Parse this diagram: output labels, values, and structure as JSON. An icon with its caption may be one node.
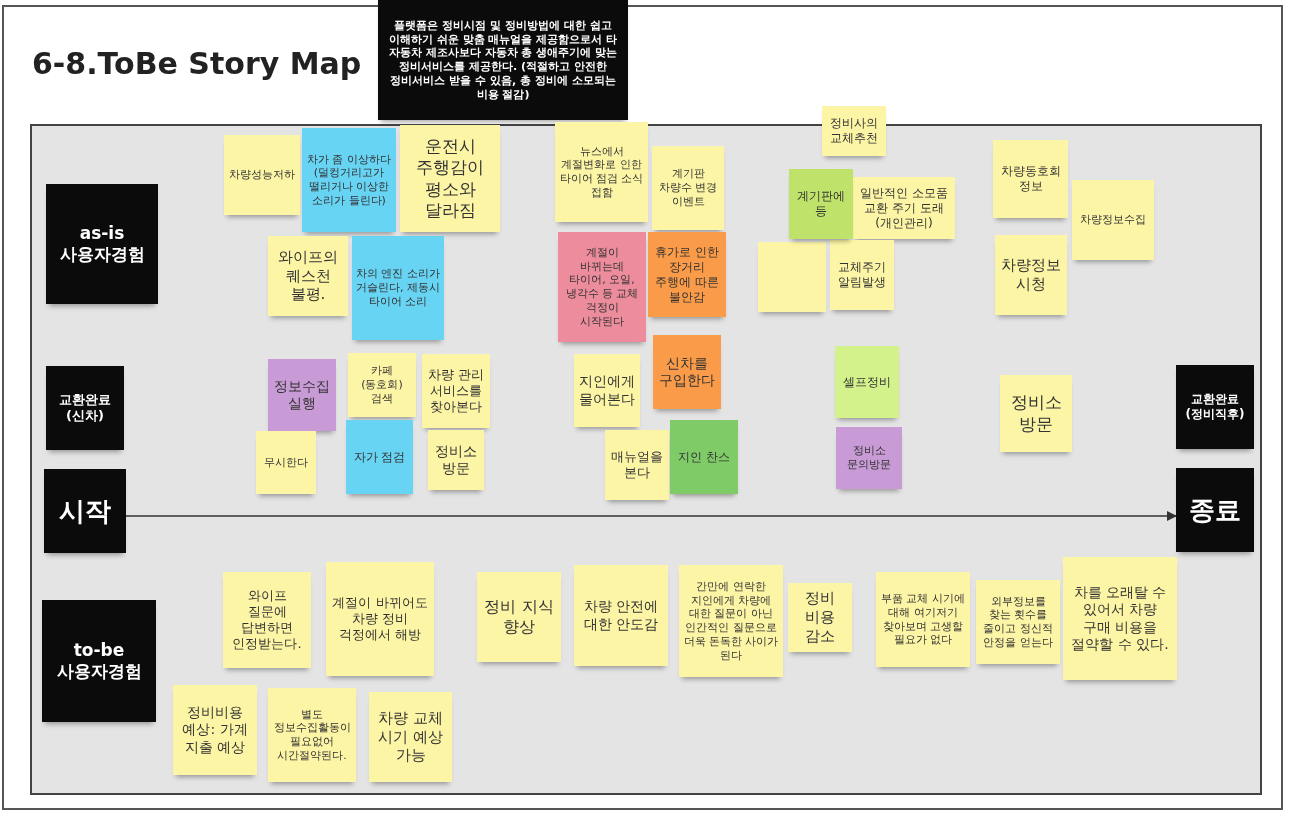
{
  "diagram": {
    "title": "6-8.ToBe Story Map",
    "nodes": [
      {
        "text": [
          "플랫폼은 정비시점 및 정비방법에 대한 쉽고 이해하기 쉬운 맞춤 매뉴얼을 제공함으로서 타 자동차 제조사보다 자동차 총 생애주기에 맞는 정비서비스를 제공한다. (적절하고 안전한 정비서비스 받을 수 있음, 총 정비에 소모되는 비용 절감)"
        ]
      },
      {
        "text": [
          "as-is 사용자경험"
        ]
      },
      {
        "text": [
          "교환완료 (신차)"
        ]
      },
      {
        "text": [
          "시작"
        ]
      },
      {
        "text": [
          "종료"
        ]
      },
      {
        "text": [
          "교환완료 (정비직후)"
        ]
      },
      {
        "text": [
          "to-be 사용자경험"
        ]
      },
      {
        "text": [
          "차량성능저하"
        ]
      },
      {
        "text": [
          "차가 좀 이상하다(덜컹거리고가 떨리거나 이상한 소리가 들린다)"
        ]
      },
      {
        "text": [
          "운전시 주행감이 평소와 달라짐"
        ]
      },
      {
        "text": [
          "와이프의 퀘스천 불평."
        ]
      },
      {
        "text": [
          "차의 엔진 소리가 거슬린다, 제동시 타이어 소리"
        ]
      },
      {
        "text": [
          "뉴스에서 계절변화로 인한 타이어 점검 소식 접함"
        ]
      },
      {
        "text": [
          "계기판 차량수 변경 이벤트"
        ]
      },
      {
        "text": [
          "계절이 바뀌는데 타이어, 오일, 냉각수 등 교체 걱정이 시작된다"
        ]
      },
      {
        "text": [
          "휴가로 인한 장거리 주행에 따른 불안감"
        ]
      },
      {
        "text": [
          "정비사의 교체추천"
        ]
      },
      {
        "text": [
          "계기판에 등"
        ]
      },
      {
        "text": [],
        "shape": "box"
      },
      {
        "text": [
          "일반적인 소모품 교환 주기 도래 (개인관리)"
        ]
      },
      {
        "text": [
          "교체주기 알림발생"
        ]
      },
      {
        "text": [
          "차량동호회 정보"
        ]
      },
      {
        "text": [
          "차량정보수집"
        ]
      },
      {
        "text": [
          "차량정보 시청"
        ]
      },
      {
        "text": [
          "정보수집 실행"
        ]
      },
      {
        "text": [
          "카페(동호회) 검색"
        ]
      },
      {
        "text": [
          "차량 관리 서비스를 찾아본다"
        ]
      },
      {
        "text": [
          "무시한다"
        ]
      },
      {
        "text": [
          "자가 점검"
        ]
      },
      {
        "text": [
          "정비소 방문"
        ]
      },
      {
        "text": [
          "지인에게 물어본다"
        ]
      },
      {
        "text": [
          "신차를 구입한다"
        ]
      },
      {
        "text": [
          "매뉴얼을 본다"
        ]
      },
      {
        "text": [
          "지인 찬스"
        ]
      },
      {
        "text": [
          "셀프정비"
        ]
      },
      {
        "text": [
          "정비소 문의방문"
        ]
      },
      {
        "text": [
          "정비소 방문"
        ]
      },
      {
        "text": [
          "와이프 질문에 답변하면 인정받는다."
        ]
      },
      {
        "text": [
          "계절이 바뀌어도 차량 정비 걱정에서 해방"
        ]
      },
      {
        "text": [
          "정비 지식 향상"
        ]
      },
      {
        "text": [
          "차량 안전에 대한 안도감"
        ]
      },
      {
        "text": [
          "간만에 연락한 지인에게 차량에 대한 질문이 아닌 인간적인 질문으로 더욱 돈독한 사이가 된다"
        ]
      },
      {
        "text": [
          "정비 비용 감소"
        ]
      },
      {
        "text": [
          "부품 교체 시기에 대해 여기저기 찾아보며 고생할 필요가 없다"
        ]
      },
      {
        "text": [
          "외부정보를 찾는 횟수를 줄이고 정신적 안정을 얻는다"
        ]
      },
      {
        "text": [
          "차를 오래탈 수 있어서 차량 구매 비용을 절약할 수 있다."
        ]
      },
      {
        "text": [
          "정비비용 예상: 가계 지출 예상"
        ]
      },
      {
        "text": [
          "별도 정보수집활동이 필요없어 시간절약된다."
        ]
      },
      {
        "text": [
          "차량 교체 시기 예상 가능"
        ]
      }
    ],
    "edges": [
      {
        "from": 3,
        "to": 4,
        "arrow": "to"
      }
    ]
  }
}
